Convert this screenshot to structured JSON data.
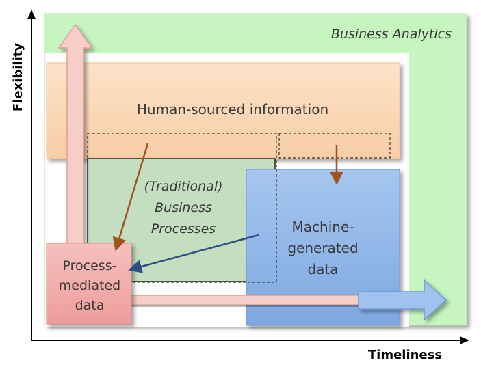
{
  "diagram": {
    "business_analytics_label": "Business Analytics",
    "human_sourced_label": "Human-sourced information",
    "traditional_label": [
      "(Traditional)",
      "Business",
      "Processes"
    ],
    "machine_generated_label": [
      "Machine-",
      "generated",
      "data"
    ],
    "process_mediated_label": [
      "Process-",
      "mediated",
      "data"
    ],
    "x_axis_title": "Timeliness",
    "y_axis_title": "Flexibility"
  },
  "colors": {
    "business_analytics_fill": "#c6f5c0",
    "human_sourced_fill": "#fad8b8",
    "traditional_fill": "#c4dfc0",
    "machine_generated_fill": "#8fb6e8",
    "process_mediated_fill": "#f2aeae",
    "brown_arrow": "#a0521e",
    "blue_arrow": "#2c4f86",
    "pink_arrow_fill": "#f5c5c0",
    "light_blue_arrow_fill": "#9fc2ee"
  }
}
